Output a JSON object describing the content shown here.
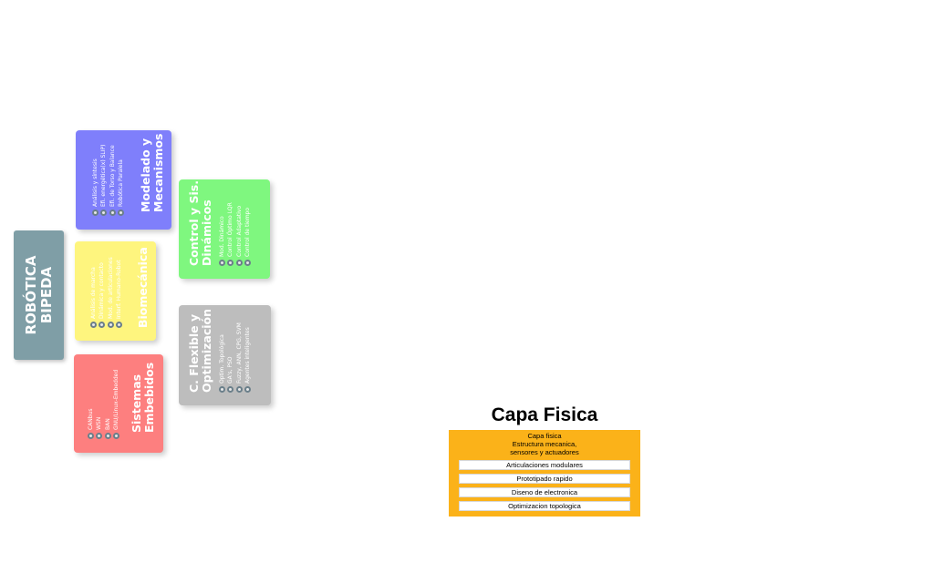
{
  "root": {
    "line1": "ROBÓTICA",
    "line2": "BIPEDA"
  },
  "cards": {
    "modelado": {
      "title1": "Modelado y",
      "title2": "Mecanismos",
      "color": "#7f7ffb",
      "items": [
        "Análisis y síntesis",
        "Efi. energética(x) SLIP)",
        "Efi. de Torso y Balance",
        "Robótica Paralela"
      ]
    },
    "biomecanica": {
      "title": "Biomecánica",
      "color": "#fef57e",
      "items": [
        "Análisis de marcha",
        "Dinámica y contacto",
        "Mod. de articulaciones",
        "Interf. Humano-Robot"
      ]
    },
    "embebidos": {
      "title1": "Sistemas",
      "title2": "Embebidos",
      "color": "#fd7f7f",
      "items": [
        "CANbus",
        "WSN",
        "BAN",
        "GNU/Linux-Embedded"
      ]
    },
    "control": {
      "title1": "Control y Sis.",
      "title2": "Dinámicos",
      "color": "#7ff77f",
      "items": [
        "Mod. Dinámico",
        "Control Óptimo LQR",
        "Control Adaptativo",
        "Control de tiempo"
      ]
    },
    "flexible": {
      "title1": "C. Flexible y",
      "title2": "Optimización",
      "color": "#bdbdbd",
      "items": [
        "Optim. Topológica",
        "GA's, PSO",
        "Fuzzy, ANN, CPG, SVM",
        "Agentes inteligentes"
      ]
    }
  },
  "layer": {
    "title": "Capa Fisica",
    "desc_line1": "Capa fisica",
    "desc_line2": "Estructura mecanica,",
    "desc_line3": "sensores y actuadores",
    "items": [
      "Articulaciones modulares",
      "Prototipado rapido",
      "Diseno de electronica",
      "Optimizacion topologica"
    ]
  }
}
